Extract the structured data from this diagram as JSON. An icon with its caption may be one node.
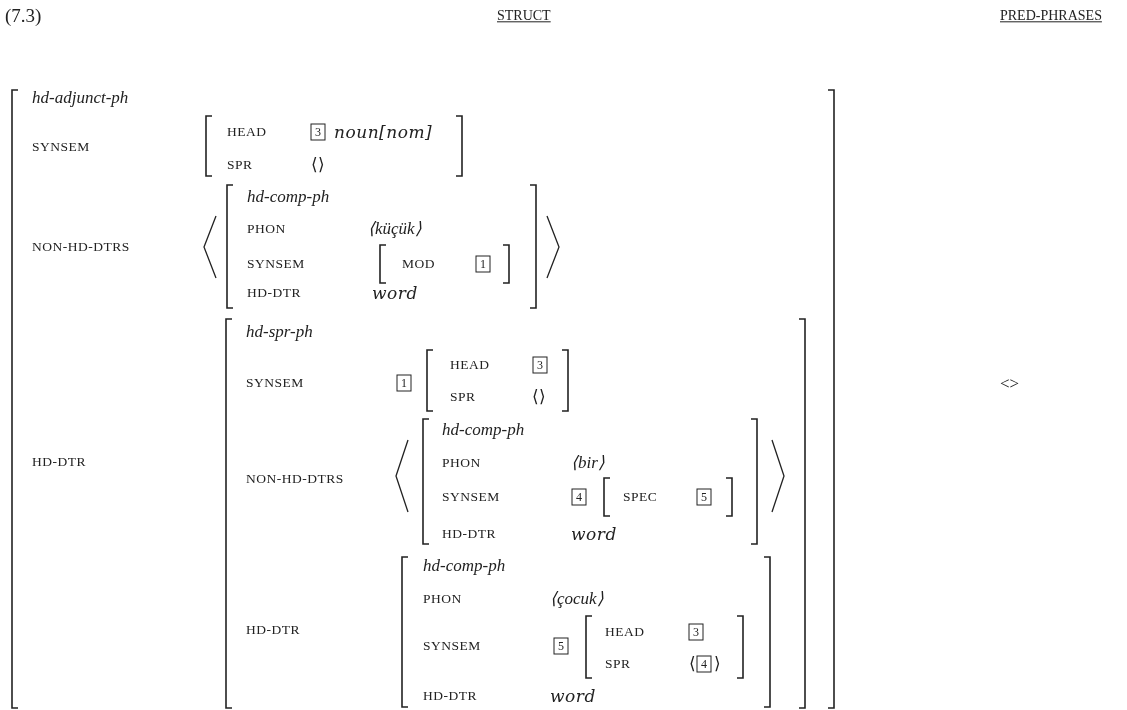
{
  "diagram": {
    "nodes": [
      {
        "text": [
          "3"
        ]
      },
      {
        "text": [
          "1"
        ]
      },
      {
        "text": [
          "1"
        ]
      },
      {
        "text": [
          "3"
        ]
      },
      {
        "text": [
          "4"
        ]
      },
      {
        "text": [
          "5"
        ]
      },
      {
        "text": [
          "5"
        ]
      },
      {
        "text": [
          "3"
        ]
      },
      {
        "text": [
          "4"
        ]
      }
    ],
    "labels": [
      "(7.3)",
      "STRUCT",
      "PRED-PHRASES",
      "hd-adjunct-ph",
      "SYNSEM",
      "HEAD",
      "noun[nom]",
      "SPR",
      "⟨⟩",
      "NON-HD-DTRS",
      "hd-comp-ph",
      "PHON",
      "⟨küçük⟩",
      "SYNSEM",
      "MOD",
      "HD-DTR",
      "word",
      "HD-DTR",
      "hd-spr-ph",
      "SYNSEM",
      "HEAD",
      "SPR",
      "⟨⟩",
      "NON-HD-DTRS",
      "hd-comp-ph",
      "PHON",
      "⟨bir⟩",
      "SYNSEM",
      "SPEC",
      "HD-DTR",
      "word",
      "HD-DTR",
      "hd-comp-ph",
      "PHON",
      "⟨çocuk⟩",
      "SYNSEM",
      "HEAD",
      "SPR",
      "⟨",
      "⟩",
      "HD-DTR",
      "word",
      "<>"
    ]
  }
}
